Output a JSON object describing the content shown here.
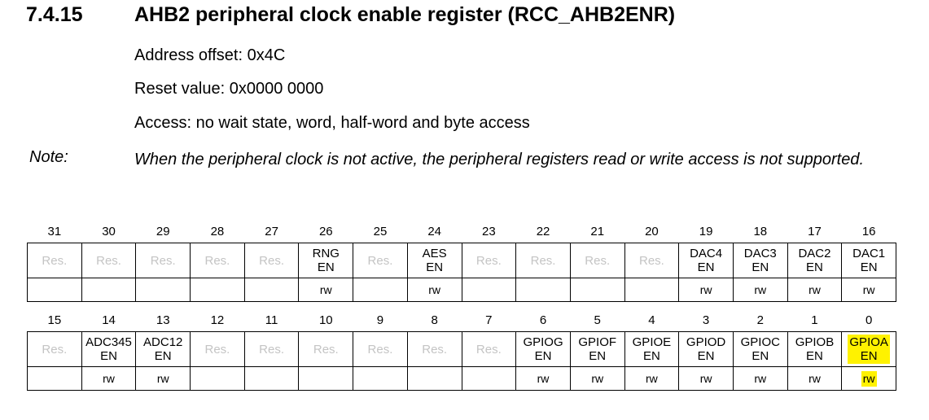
{
  "section": {
    "number": "7.4.15",
    "title": "AHB2 peripheral clock enable register (RCC_AHB2ENR)"
  },
  "address_offset": "Address offset: 0x4C",
  "reset_value": "Reset value: 0x0000 0000",
  "access": "Access: no wait state, word, half-word and byte access",
  "note": {
    "label": "Note:",
    "text": "When the peripheral clock is not active, the peripheral registers read or write access is not supported."
  },
  "register_upper": {
    "bits": [
      "31",
      "30",
      "29",
      "28",
      "27",
      "26",
      "25",
      "24",
      "23",
      "22",
      "21",
      "20",
      "19",
      "18",
      "17",
      "16"
    ],
    "fields": [
      {
        "name": "Res.",
        "reserved": true,
        "access": ""
      },
      {
        "name": "Res.",
        "reserved": true,
        "access": ""
      },
      {
        "name": "Res.",
        "reserved": true,
        "access": ""
      },
      {
        "name": "Res.",
        "reserved": true,
        "access": ""
      },
      {
        "name": "Res.",
        "reserved": true,
        "access": ""
      },
      {
        "name": "RNG",
        "name2": "EN",
        "reserved": false,
        "access": "rw"
      },
      {
        "name": "Res.",
        "reserved": true,
        "access": ""
      },
      {
        "name": "AES",
        "name2": "EN",
        "reserved": false,
        "access": "rw"
      },
      {
        "name": "Res.",
        "reserved": true,
        "access": ""
      },
      {
        "name": "Res.",
        "reserved": true,
        "access": ""
      },
      {
        "name": "Res.",
        "reserved": true,
        "access": ""
      },
      {
        "name": "Res.",
        "reserved": true,
        "access": ""
      },
      {
        "name": "DAC4",
        "name2": "EN",
        "reserved": false,
        "access": "rw"
      },
      {
        "name": "DAC3",
        "name2": "EN",
        "reserved": false,
        "access": "rw"
      },
      {
        "name": "DAC2",
        "name2": "EN",
        "reserved": false,
        "access": "rw"
      },
      {
        "name": "DAC1",
        "name2": "EN",
        "reserved": false,
        "access": "rw"
      }
    ]
  },
  "register_lower": {
    "bits": [
      "15",
      "14",
      "13",
      "12",
      "11",
      "10",
      "9",
      "8",
      "7",
      "6",
      "5",
      "4",
      "3",
      "2",
      "1",
      "0"
    ],
    "fields": [
      {
        "name": "Res.",
        "reserved": true,
        "access": ""
      },
      {
        "name": "ADC345",
        "name2": "EN",
        "reserved": false,
        "access": "rw"
      },
      {
        "name": "ADC12",
        "name2": "EN",
        "reserved": false,
        "access": "rw"
      },
      {
        "name": "Res.",
        "reserved": true,
        "access": ""
      },
      {
        "name": "Res.",
        "reserved": true,
        "access": ""
      },
      {
        "name": "Res.",
        "reserved": true,
        "access": ""
      },
      {
        "name": "Res.",
        "reserved": true,
        "access": ""
      },
      {
        "name": "Res.",
        "reserved": true,
        "access": ""
      },
      {
        "name": "Res.",
        "reserved": true,
        "access": ""
      },
      {
        "name": "GPIOG",
        "name2": "EN",
        "reserved": false,
        "access": "rw"
      },
      {
        "name": "GPIOF",
        "name2": "EN",
        "reserved": false,
        "access": "rw"
      },
      {
        "name": "GPIOE",
        "name2": "EN",
        "reserved": false,
        "access": "rw"
      },
      {
        "name": "GPIOD",
        "name2": "EN",
        "reserved": false,
        "access": "rw"
      },
      {
        "name": "GPIOC",
        "name2": "EN",
        "reserved": false,
        "access": "rw"
      },
      {
        "name": "GPIOB",
        "name2": "EN",
        "reserved": false,
        "access": "rw"
      },
      {
        "name": "GPIOA",
        "name2": "EN",
        "reserved": false,
        "access": "rw",
        "highlight": true
      }
    ]
  },
  "colors": {
    "highlight": "#fff200",
    "reserved_text": "#c4c4c4"
  }
}
